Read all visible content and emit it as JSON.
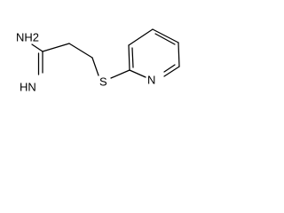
{
  "structure": {
    "labels": {
      "amine": "NH2",
      "imine": "HN",
      "sulfur": "S",
      "ring_nitrogen": "N"
    }
  }
}
